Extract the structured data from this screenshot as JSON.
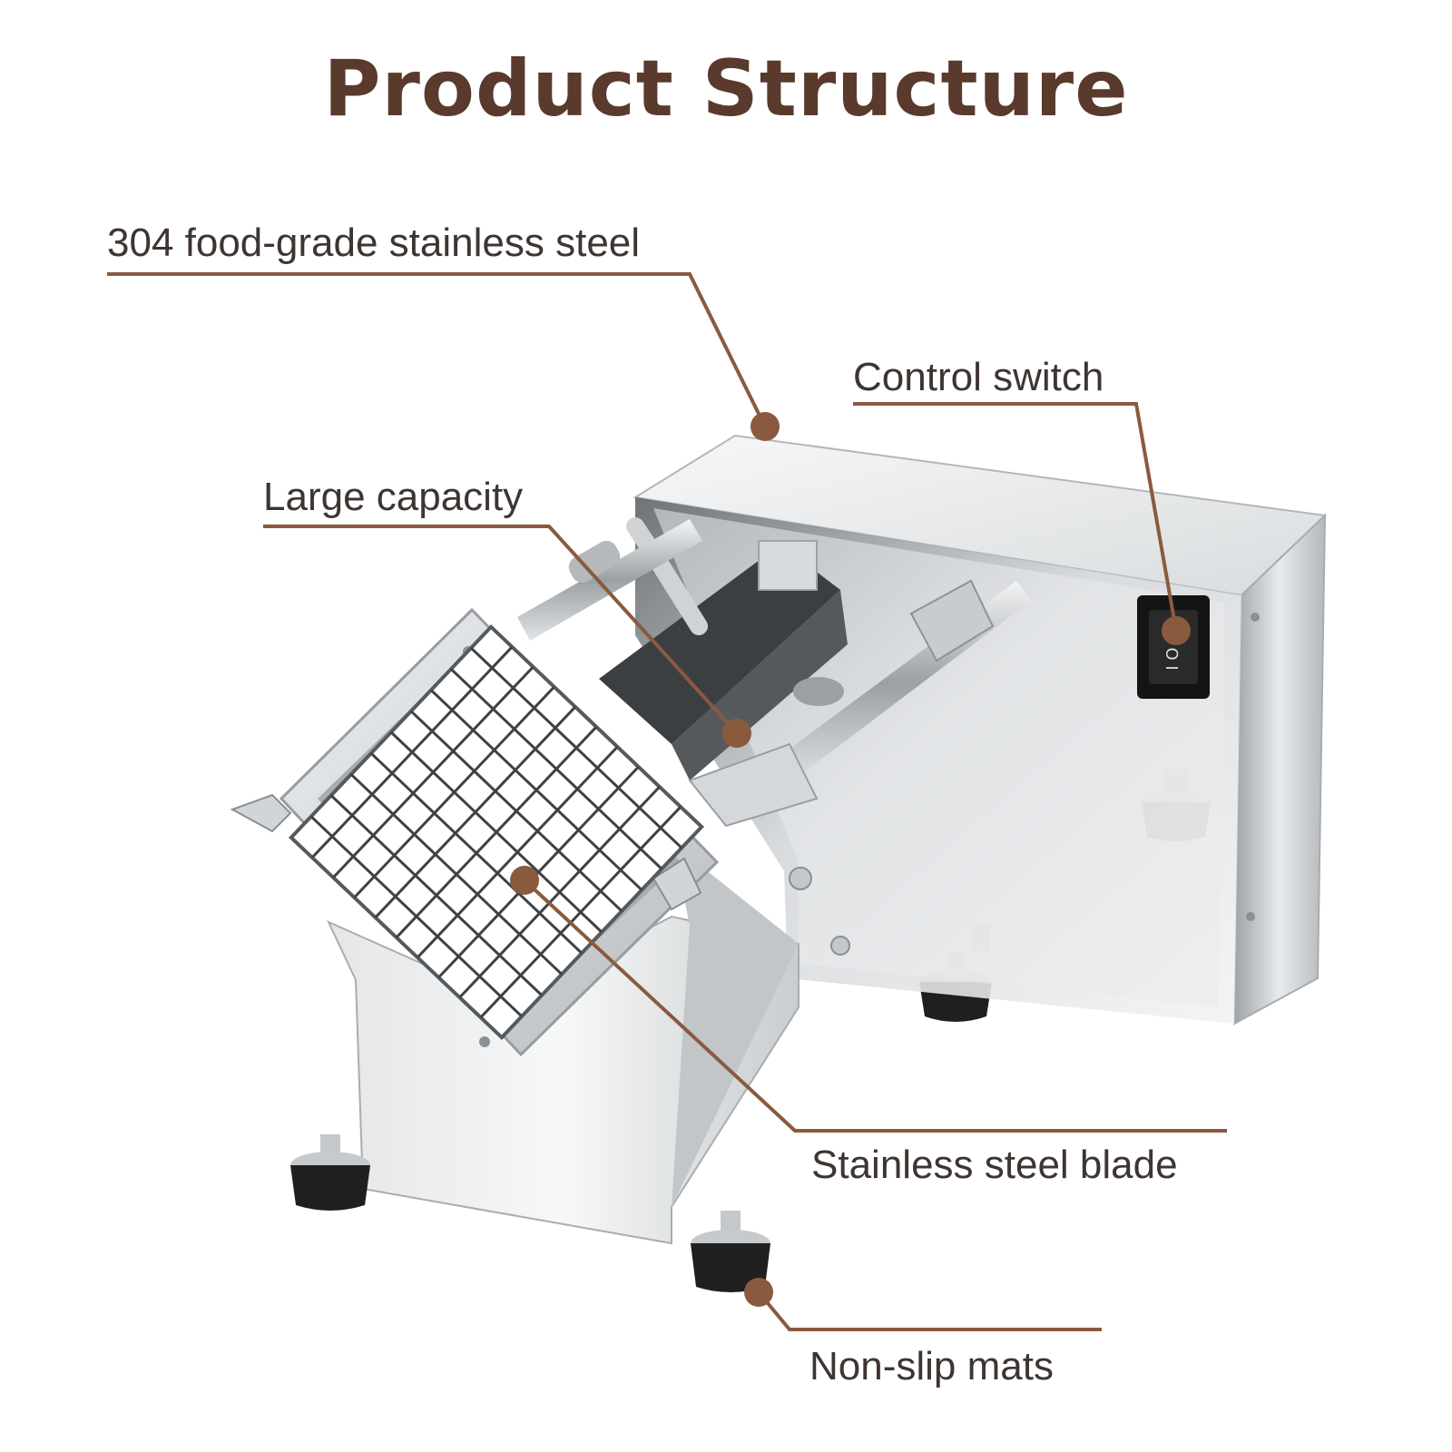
{
  "title": "Product Structure",
  "colors": {
    "title": "#5a3a2c",
    "leader": "#8a5a3e",
    "label": "#3e3532",
    "steel_light": "#eef0f1",
    "steel_mid": "#c4c8cb",
    "steel_dark": "#7d8286",
    "rubber": "#1f1f1f"
  },
  "callouts": [
    {
      "id": "steel",
      "label": "304 food-grade stainless steel"
    },
    {
      "id": "switch",
      "label": "Control switch"
    },
    {
      "id": "capacity",
      "label": "Large capacity"
    },
    {
      "id": "blade",
      "label": "Stainless steel blade"
    },
    {
      "id": "mats",
      "label": "Non-slip mats"
    }
  ],
  "switch_marks": "I O"
}
